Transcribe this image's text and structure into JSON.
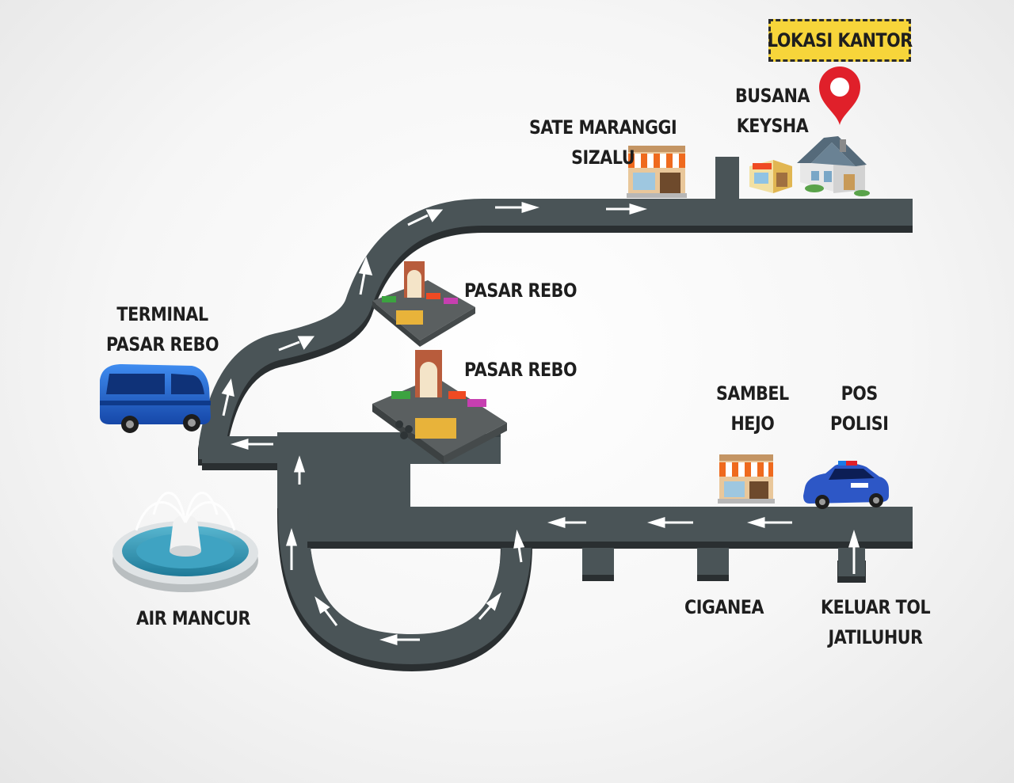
{
  "colors": {
    "road": "#4a5457",
    "road_shadow": "#2a2f31",
    "arrow": "#ffffff",
    "pin": "#e0202a",
    "badge_bg": "#f7d53a",
    "bus": "#1b64d8",
    "police_car": "#2d57c6",
    "water": "#2e8fb0",
    "awning_orange": "#ef6a1e"
  },
  "icons": [
    "location-pin-icon",
    "house-icon",
    "shop-icon",
    "storefront-icon",
    "market-gate-icon",
    "bus-icon",
    "fountain-icon",
    "police-car-icon"
  ],
  "labels": {
    "office": "LOKASI KANTOR",
    "busana_keysha": [
      "BUSANA",
      "KEYSHA"
    ],
    "sate_maranggi": [
      "SATE MARANGGI",
      "SIZALU"
    ],
    "pasar_rebo_upper": "PASAR REBO",
    "pasar_rebo_lower": "PASAR REBO",
    "terminal": [
      "TERMINAL",
      "PASAR REBO"
    ],
    "sambel_hejo": [
      "SAMBEL",
      "HEJO"
    ],
    "pos_polisi": [
      "POS",
      "POLISI"
    ],
    "air_mancur": "AIR MANCUR",
    "ciganea": "CIGANEA",
    "keluar_tol": [
      "KELUAR TOL",
      "JATILUHUR"
    ]
  }
}
